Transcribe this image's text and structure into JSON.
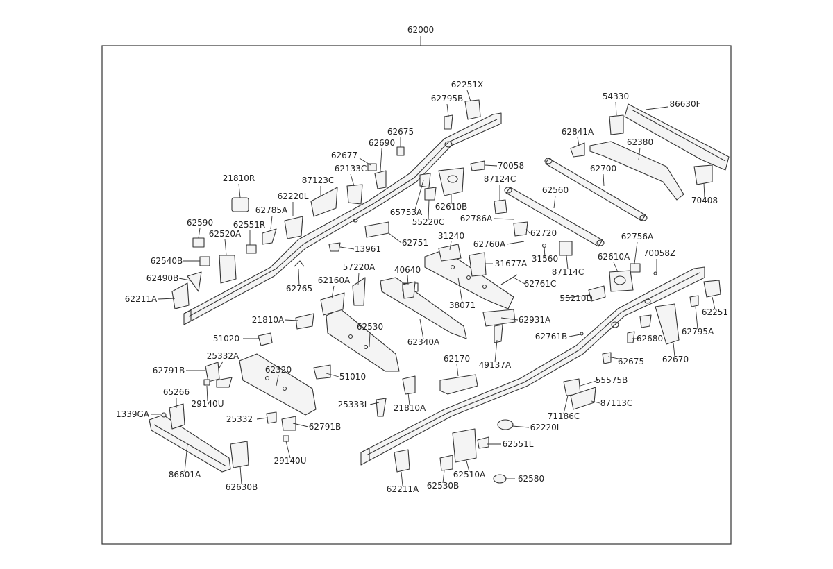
{
  "diagram": {
    "assembly_number": "62000",
    "callouts": [
      "62251X",
      "62795B",
      "62675",
      "62690",
      "62677",
      "62133C",
      "21810R",
      "87123C",
      "62220L",
      "62785A",
      "62590",
      "62551R",
      "62520A",
      "62540B",
      "62490B",
      "62211A",
      "65753A",
      "62610B",
      "55220C",
      "70058",
      "87124C",
      "62786A",
      "62720",
      "62751",
      "13961",
      "31240",
      "62760A",
      "31677A",
      "31560",
      "87114C",
      "62765",
      "57220A",
      "40640",
      "62160A",
      "38071",
      "62761C",
      "21810A",
      "62530",
      "62340A",
      "62931A",
      "51020",
      "49137A",
      "25332A",
      "62320",
      "62791B",
      "51010",
      "62170",
      "65266",
      "29140U",
      "25333L",
      "21810A",
      "1339GA",
      "25332",
      "62791B",
      "29140U",
      "86601A",
      "62630B",
      "62211A",
      "62530B",
      "62510A",
      "62551L",
      "62580",
      "62220L",
      "71186C",
      "87113C",
      "55575B",
      "62675",
      "62670",
      "62680",
      "62795A",
      "62251",
      "62761B",
      "55210D",
      "62610A",
      "62756A",
      "70058Z",
      "54330",
      "86630F",
      "62841A",
      "62380",
      "62700",
      "62560",
      "70408"
    ]
  }
}
